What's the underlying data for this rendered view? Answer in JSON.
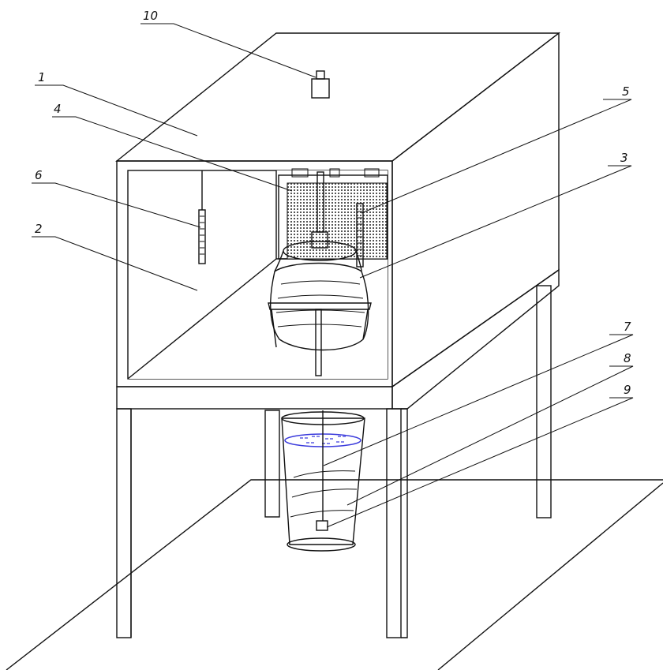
{
  "diagram": {
    "colors": {
      "panel": "#c8c8c8",
      "frame": "#ffffff",
      "line": "#111111",
      "liquid": "#3b3bdc",
      "heater_grid": "#555555"
    },
    "callouts": [
      {
        "id": "c10",
        "text": "10"
      },
      {
        "id": "c1",
        "text": "1"
      },
      {
        "id": "c4",
        "text": "4"
      },
      {
        "id": "c6",
        "text": "6"
      },
      {
        "id": "c2",
        "text": "2"
      },
      {
        "id": "c5",
        "text": "5"
      },
      {
        "id": "c3",
        "text": "3"
      },
      {
        "id": "c7",
        "text": "7"
      },
      {
        "id": "c8",
        "text": "8"
      },
      {
        "id": "c9",
        "text": "9"
      }
    ]
  }
}
